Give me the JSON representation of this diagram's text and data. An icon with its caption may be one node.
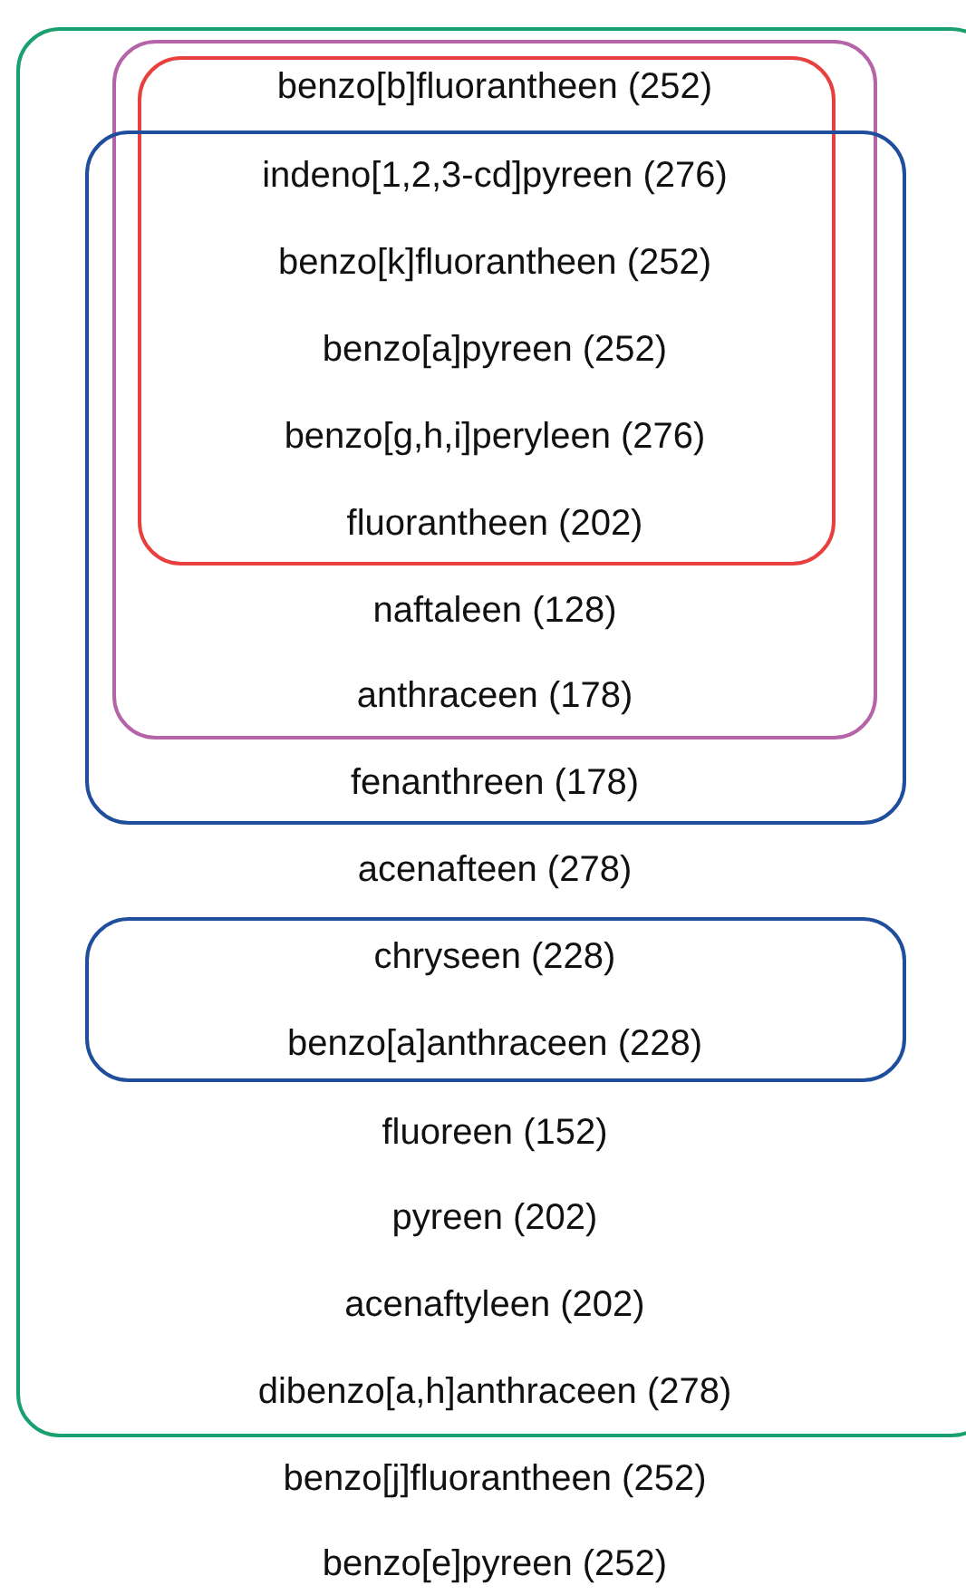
{
  "diagram": {
    "nodes": [
      {
        "text": [],
        "shape": "box"
      },
      {
        "text": [],
        "shape": "box",
        "in": 0
      },
      {
        "text": [],
        "shape": "box",
        "in": 1
      },
      {
        "text": [],
        "shape": "box",
        "in": 0
      },
      {
        "text": [],
        "shape": "box",
        "in": 0
      }
    ],
    "labels": [
      "benzo[b]fluorantheen (252)",
      "indeno[1,2,3-cd]pyreen (276)",
      "benzo[k]fluorantheen (252)",
      "benzo[a]pyreen (252)",
      "benzo[g,h,i]peryleen (276)",
      "fluorantheen (202)",
      "naftaleen (128)",
      "anthraceen (178)",
      "fenanthreen (178)",
      "acenafteen (278)",
      "chryseen (228)",
      "benzo[a]anthraceen (228)",
      "fluoreen (152)",
      "pyreen (202)",
      "acenaftyleen (202)",
      "dibenzo[a,h]anthraceen (278)",
      "benzo[j]fluorantheen (252)",
      "benzo[e]pyreen (252)"
    ]
  }
}
